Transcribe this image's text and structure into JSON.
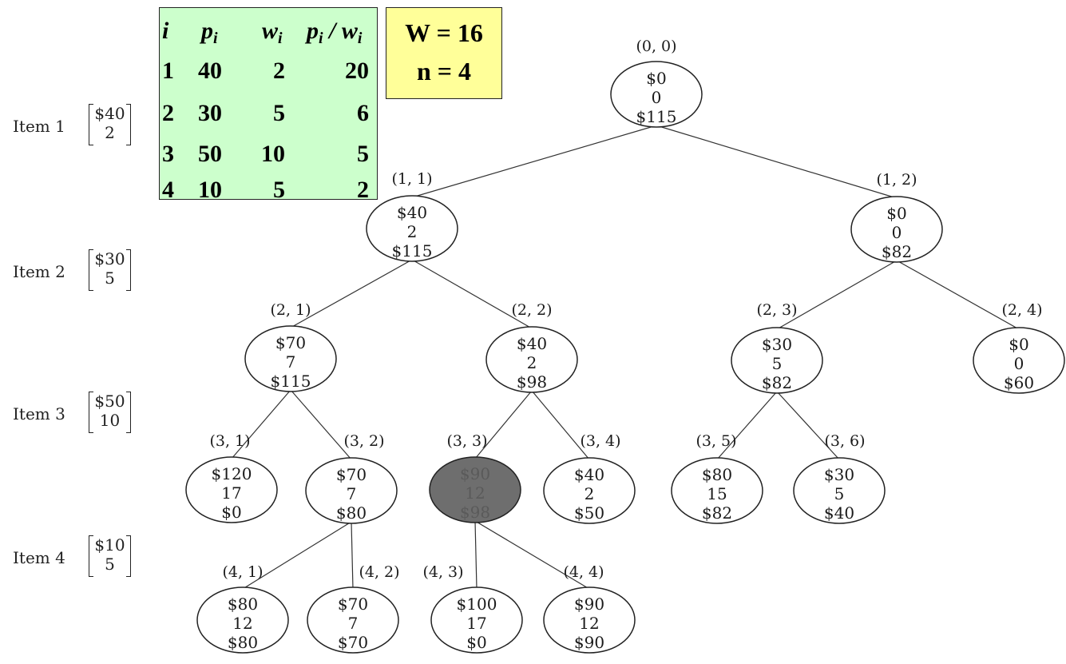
{
  "table": {
    "headers": [
      "i",
      "p",
      "w",
      "p",
      "w"
    ],
    "rows": [
      [
        "1",
        "40",
        "2",
        "20"
      ],
      [
        "2",
        "30",
        "5",
        "6"
      ],
      [
        "3",
        "50",
        "10",
        "5"
      ],
      [
        "4",
        "10",
        "5",
        "2"
      ]
    ]
  },
  "params": {
    "capacity": "W = 16",
    "count": "n = 4"
  },
  "items": [
    {
      "label": "Item 1",
      "profit": "$40",
      "weight": "2"
    },
    {
      "label": "Item 2",
      "profit": "$30",
      "weight": "5"
    },
    {
      "label": "Item 3",
      "profit": "$50",
      "weight": "10"
    },
    {
      "label": "Item 4",
      "profit": "$10",
      "weight": "5"
    }
  ],
  "tree": {
    "nodes": [
      {
        "id": "n00",
        "label": "(0, 0)",
        "profit": "$0",
        "weight": "0",
        "bound": "$115",
        "highlighted": false
      },
      {
        "id": "n11",
        "label": "(1, 1)",
        "profit": "$40",
        "weight": "2",
        "bound": "$115",
        "highlighted": false
      },
      {
        "id": "n12",
        "label": "(1, 2)",
        "profit": "$0",
        "weight": "0",
        "bound": "$82",
        "highlighted": false
      },
      {
        "id": "n21",
        "label": "(2, 1)",
        "profit": "$70",
        "weight": "7",
        "bound": "$115",
        "highlighted": false
      },
      {
        "id": "n22",
        "label": "(2, 2)",
        "profit": "$40",
        "weight": "2",
        "bound": "$98",
        "highlighted": false
      },
      {
        "id": "n23",
        "label": "(2, 3)",
        "profit": "$30",
        "weight": "5",
        "bound": "$82",
        "highlighted": false
      },
      {
        "id": "n24",
        "label": "(2, 4)",
        "profit": "$0",
        "weight": "0",
        "bound": "$60",
        "highlighted": false
      },
      {
        "id": "n31",
        "label": "(3, 1)",
        "profit": "$120",
        "weight": "17",
        "bound": "$0",
        "highlighted": false
      },
      {
        "id": "n32",
        "label": "(3, 2)",
        "profit": "$70",
        "weight": "7",
        "bound": "$80",
        "highlighted": false
      },
      {
        "id": "n33",
        "label": "(3, 3)",
        "profit": "$90",
        "weight": "12",
        "bound": "$98",
        "highlighted": true
      },
      {
        "id": "n34",
        "label": "(3, 4)",
        "profit": "$40",
        "weight": "2",
        "bound": "$50",
        "highlighted": false
      },
      {
        "id": "n35",
        "label": "(3, 5)",
        "profit": "$80",
        "weight": "15",
        "bound": "$82",
        "highlighted": false
      },
      {
        "id": "n36",
        "label": "(3, 6)",
        "profit": "$30",
        "weight": "5",
        "bound": "$40",
        "highlighted": false
      },
      {
        "id": "n41",
        "label": "(4, 1)",
        "profit": "$80",
        "weight": "12",
        "bound": "$80",
        "highlighted": false
      },
      {
        "id": "n42",
        "label": "(4, 2)",
        "profit": "$70",
        "weight": "7",
        "bound": "$70",
        "highlighted": false
      },
      {
        "id": "n43",
        "label": "(4, 3)",
        "profit": "$100",
        "weight": "17",
        "bound": "$0",
        "highlighted": false
      },
      {
        "id": "n44",
        "label": "(4, 4)",
        "profit": "$90",
        "weight": "12",
        "bound": "$90",
        "highlighted": false
      }
    ],
    "edges": [
      [
        "n00",
        "n11"
      ],
      [
        "n00",
        "n12"
      ],
      [
        "n11",
        "n21"
      ],
      [
        "n11",
        "n22"
      ],
      [
        "n12",
        "n23"
      ],
      [
        "n12",
        "n24"
      ],
      [
        "n21",
        "n31"
      ],
      [
        "n21",
        "n32"
      ],
      [
        "n22",
        "n33"
      ],
      [
        "n22",
        "n34"
      ],
      [
        "n23",
        "n35"
      ],
      [
        "n23",
        "n36"
      ],
      [
        "n32",
        "n41"
      ],
      [
        "n32",
        "n42"
      ],
      [
        "n33",
        "n43"
      ],
      [
        "n33",
        "n44"
      ]
    ]
  },
  "colors": {
    "table_bg": "#ccffcc",
    "params_bg": "#ffff99",
    "highlight": "#6e6e6e",
    "line": "#333333"
  }
}
